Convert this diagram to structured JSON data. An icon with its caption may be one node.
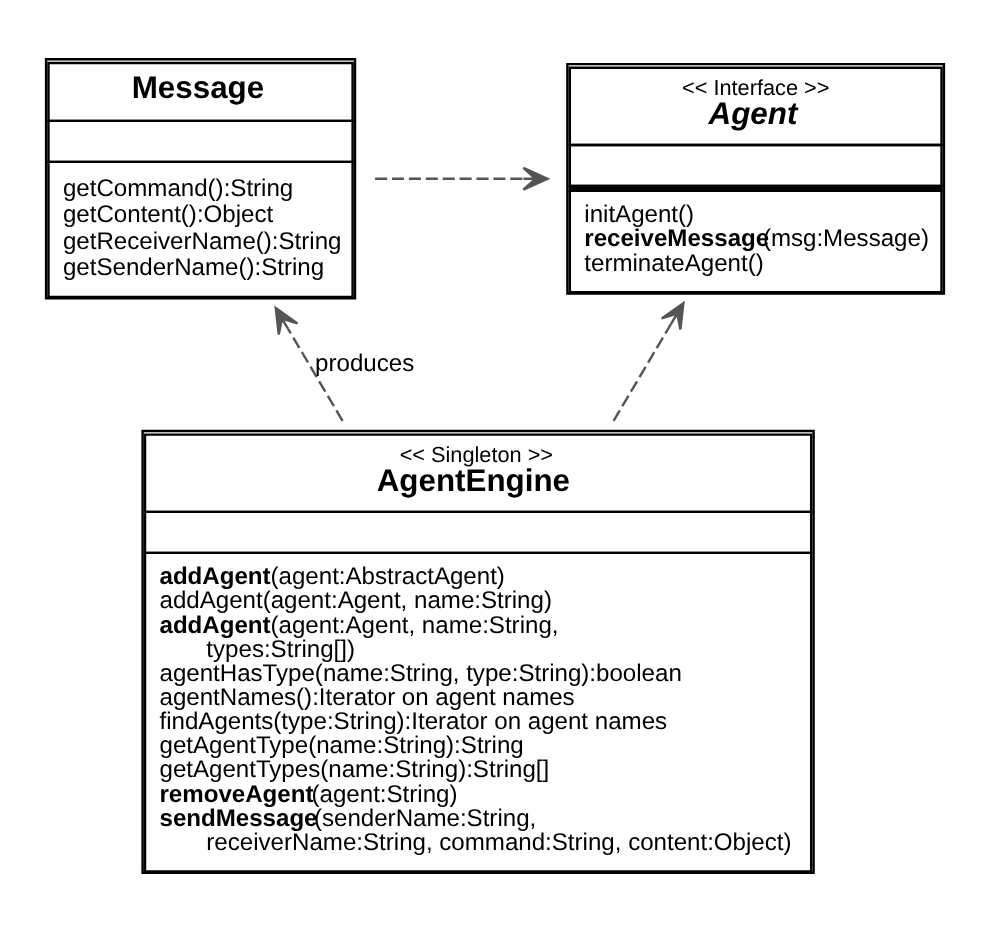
{
  "diagram": {
    "nodes": [
      {
        "text": [
          "<< Interface >>",
          "Agent",
          "initAgent()",
          "**receiveMessage**(msg:Message)",
          "terminateAgent()"
        ]
      },
      {
        "text": [
          "Message",
          "getCommand():String",
          "getContent():Object",
          "getReceiverName():String",
          "getSenderName():String"
        ]
      },
      {
        "text": [
          "<< Singleton >>",
          "AgentEngine",
          "**addAgent**(agent:AbstractAgent)",
          "addAgent(agent:Agent, name:String)",
          "**addAgent**(agent:Agent, name:String, types:String[])",
          "agentHasType(name:String, type:String):boolean",
          "agentNames():Iterator on agent names",
          "findAgents(type:String):Iterator on agent names",
          "getAgentType(name:String):String",
          "getAgentTypes(name:String):String[]",
          "**removeAgent**(agent:String)",
          "**sendMessage**(senderName:String, receiverName:String, command:String, content:Object)"
        ]
      }
    ],
    "edges": [
      {
        "from": 1,
        "to": 0,
        "arrow": "to",
        "style": "dashed"
      },
      {
        "from": 2,
        "to": 1,
        "arrow": "to",
        "style": "dashed",
        "label": "produces"
      },
      {
        "from": 2,
        "to": 0,
        "arrow": "to",
        "style": "dashed"
      }
    ]
  }
}
